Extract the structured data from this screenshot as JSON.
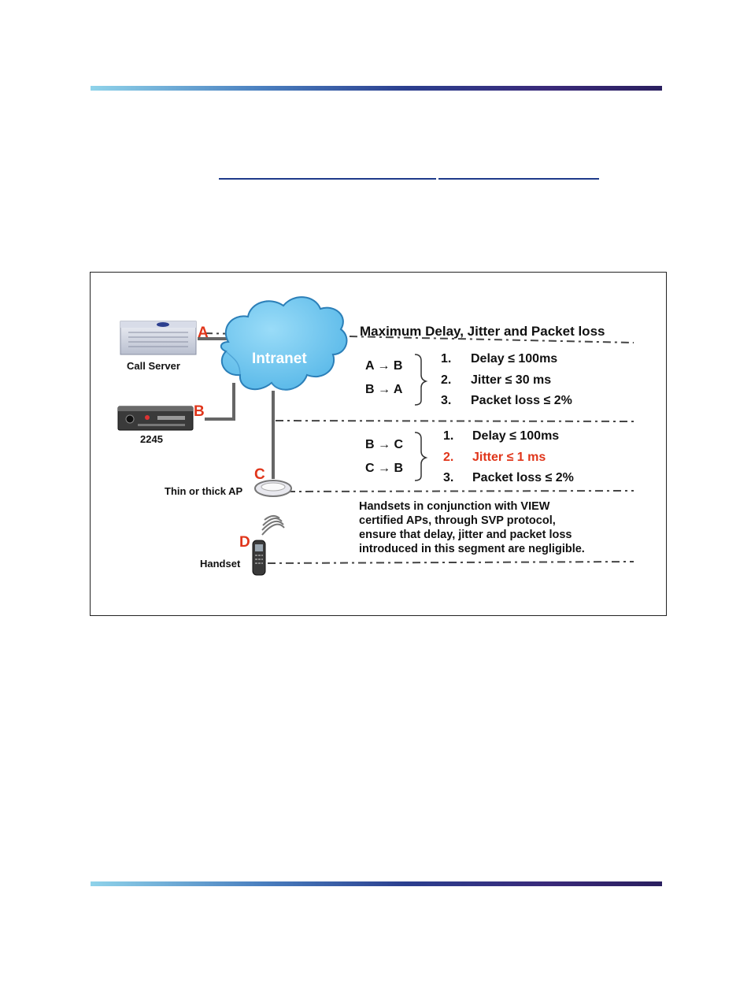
{
  "diagram": {
    "title": "Maximum Delay, Jitter and Packet loss",
    "cloud_label": "Intranet",
    "devices": {
      "call_server": "Call Server",
      "gateway": "2245",
      "ap": "Thin or thick AP",
      "handset": "Handset"
    },
    "points": [
      "A",
      "B",
      "C",
      "D"
    ],
    "segment1": {
      "directions": [
        "A → B",
        "B → A"
      ],
      "requirements": [
        {
          "num": "1.",
          "text": "Delay ≤ 100ms"
        },
        {
          "num": "2.",
          "text": "Jitter ≤ 30 ms"
        },
        {
          "num": "3.",
          "text": "Packet loss ≤ 2%"
        }
      ]
    },
    "segment2": {
      "directions": [
        "B → C",
        "C → B"
      ],
      "requirements": [
        {
          "num": "1.",
          "text": "Delay ≤ 100ms"
        },
        {
          "num": "2.",
          "text": "Jitter ≤ 1 ms",
          "highlight": true
        },
        {
          "num": "3.",
          "text": "Packet loss ≤ 2%"
        }
      ]
    },
    "note_lines": [
      "Handsets in conjunction with VIEW",
      "certified APs, through SVP protocol,",
      "ensure that delay, jitter and packet loss",
      "introduced in this segment are negligible."
    ],
    "colors": {
      "accent_red": "#e0351a",
      "cloud_blue": "#6fc8f0",
      "rule_start": "#8fd3ea",
      "rule_end": "#2a1f5f"
    }
  }
}
